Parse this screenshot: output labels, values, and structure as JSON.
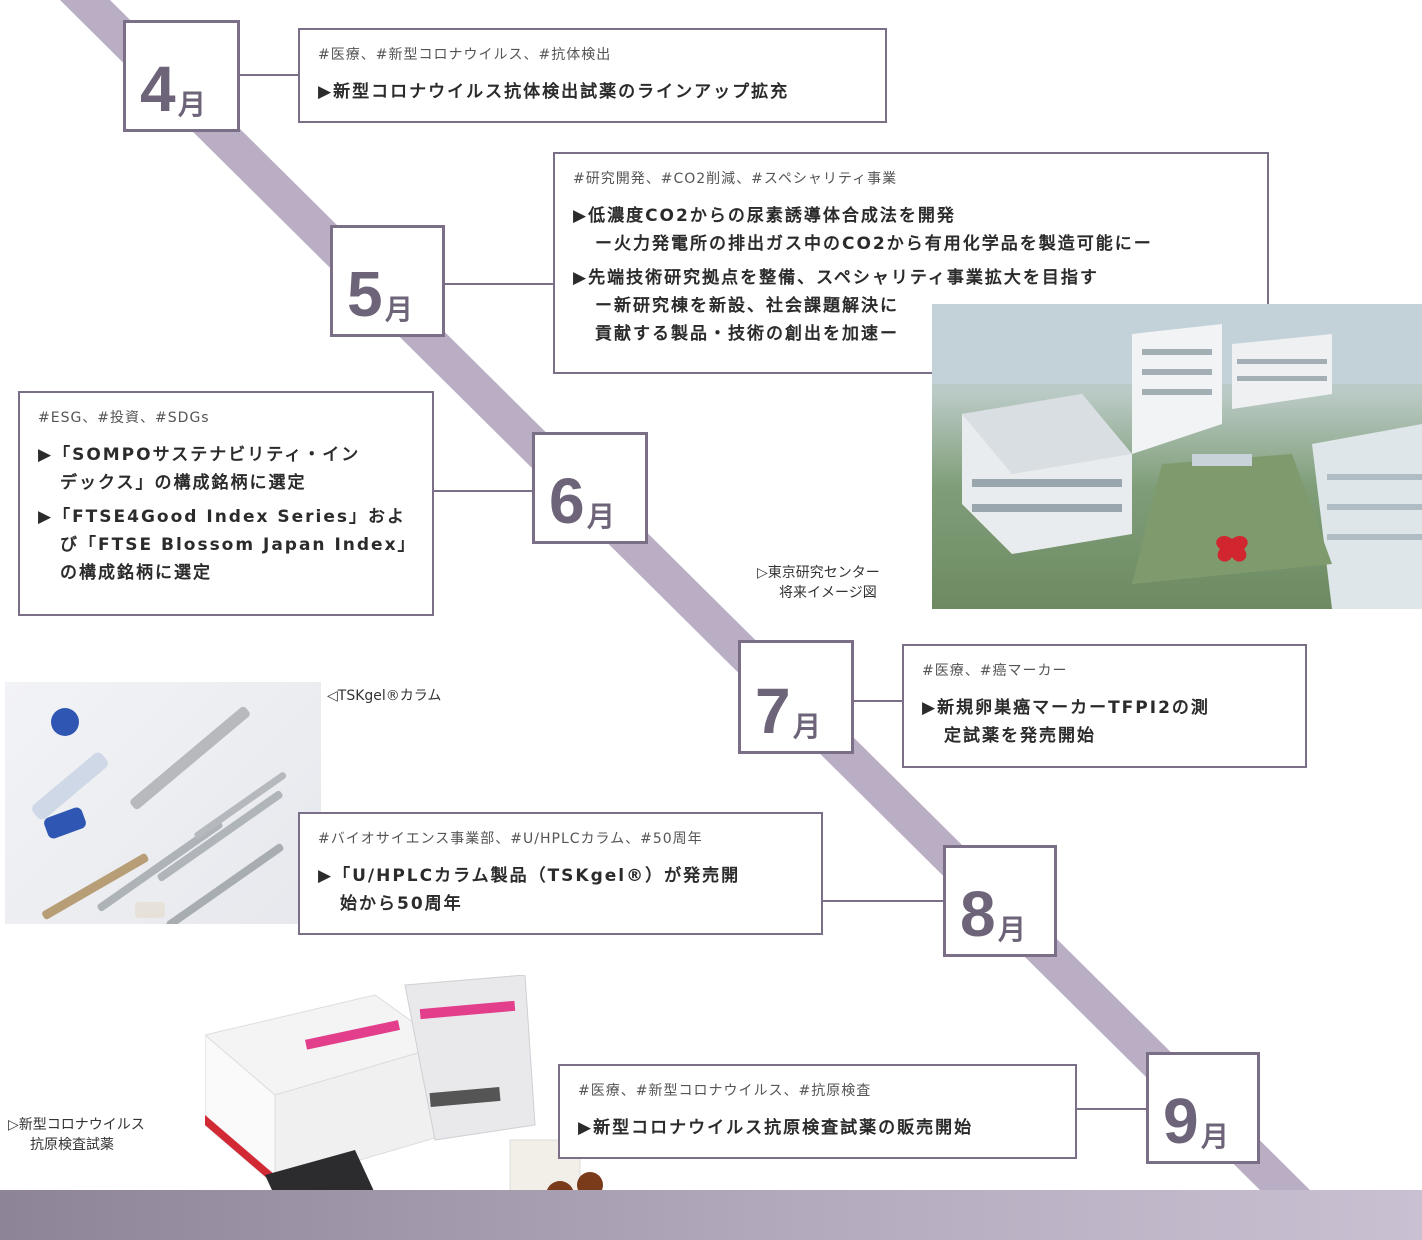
{
  "months": {
    "apr": {
      "num": "4",
      "unit": "月"
    },
    "may": {
      "num": "5",
      "unit": "月"
    },
    "jun": {
      "num": "6",
      "unit": "月"
    },
    "jul": {
      "num": "7",
      "unit": "月"
    },
    "aug": {
      "num": "8",
      "unit": "月"
    },
    "sep": {
      "num": "9",
      "unit": "月"
    }
  },
  "apr": {
    "tags": "#医療、#新型コロナウイルス、#抗体検出",
    "items": [
      "▶新型コロナウイルス抗体検出試薬のラインアップ拡充"
    ]
  },
  "may": {
    "tags": "#研究開発、#CO2削減、#スペシャリティ事業",
    "items": [
      "▶低濃度CO2からの尿素誘導体合成法を開発",
      "ー火力発電所の排出ガス中のCO2から有用化学品を製造可能にー",
      "▶先端技術研究拠点を整備、スペシャリティ事業拡大を目指す",
      "ー新研究棟を新設、社会課題解決に",
      "貢献する製品・技術の創出を加速ー"
    ]
  },
  "jun": {
    "tags": "#ESG、#投資、#SDGs",
    "items": [
      "▶「SOMPOサステナビリティ・イン",
      "デックス」の構成銘柄に選定",
      "▶「FTSE4Good Index Series」およ",
      "び「FTSE Blossom Japan Index」",
      "の構成銘柄に選定"
    ]
  },
  "jul": {
    "tags": "#医療、#癌マーカー",
    "items": [
      "▶新規卵巣癌マーカーTFPI2の測",
      "定試薬を発売開始"
    ]
  },
  "aug": {
    "tags": "#バイオサイエンス事業部、#U/HPLCカラム、#50周年",
    "items": [
      "▶「U/HPLCカラム製品（TSKgel®）が発売開",
      "始から50周年"
    ]
  },
  "sep": {
    "tags": "#医療、#新型コロナウイルス、#抗原検査",
    "items": [
      "▶新型コロナウイルス抗原検査試薬の販売開始"
    ]
  },
  "captions": {
    "research": [
      "▷東京研究センター",
      "将来イメージ図"
    ],
    "column": "◁TSKgel®カラム",
    "antigen": [
      "▷新型コロナウイルス",
      "抗原検査試薬"
    ]
  },
  "colors": {
    "accent": "#7a6f86",
    "diagonal": "#b9aec4"
  }
}
